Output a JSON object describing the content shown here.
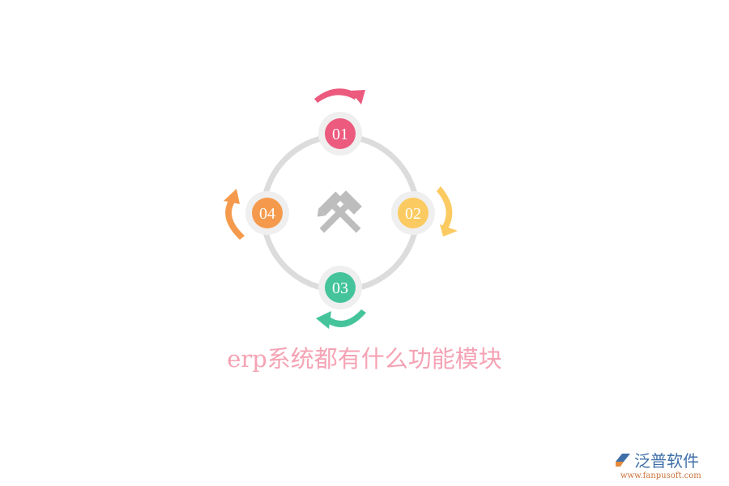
{
  "diagram": {
    "center_icon": "crossed-hammers-icon",
    "ring_color": "#dcdcdc",
    "nodes": [
      {
        "label": "01",
        "color": "#ec5a7e",
        "position": "top"
      },
      {
        "label": "02",
        "color": "#fbcb61",
        "position": "right"
      },
      {
        "label": "03",
        "color": "#45c49c",
        "position": "bottom"
      },
      {
        "label": "04",
        "color": "#f59a4c",
        "position": "left"
      }
    ]
  },
  "title": {
    "text": "erp系统都有什么功能模块",
    "color": "#f5a3b4"
  },
  "logo": {
    "name": "泛普软件",
    "url": "www.fanpusoft.com"
  }
}
